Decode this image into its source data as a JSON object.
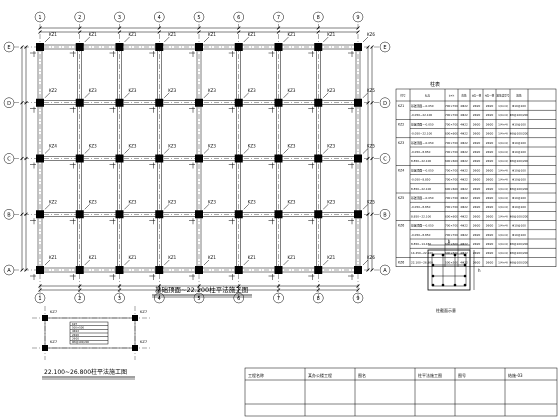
{
  "plan": {
    "axes_top": [
      "1",
      "2",
      "3",
      "4",
      "5",
      "6",
      "7",
      "8",
      "9"
    ],
    "axes_side": [
      "E",
      "D",
      "C",
      "B",
      "A"
    ],
    "column_labels": [
      [
        "KZ1",
        "KZ1",
        "KZ1",
        "KZ1",
        "KZ1",
        "KZ1",
        "KZ1",
        "KZ1",
        "KZ6"
      ],
      [
        "KZ2",
        "KZ3",
        "KZ3",
        "KZ3",
        "KZ3",
        "KZ3",
        "KZ3",
        "KZ3",
        "KZ5"
      ],
      [
        "KZ4",
        "KZ3",
        "KZ3",
        "KZ3",
        "KZ3",
        "KZ3",
        "KZ3",
        "KZ3",
        "KZ5"
      ],
      [
        "KZ2",
        "KZ3",
        "KZ3",
        "KZ3",
        "KZ3",
        "KZ3",
        "KZ3",
        "KZ3",
        "KZ5"
      ],
      [
        "KZ1",
        "KZ1",
        "KZ1",
        "KZ1",
        "KZ1",
        "KZ1",
        "KZ1",
        "KZ1",
        "KZ6"
      ]
    ],
    "title": "基础顶面~22.100柱平法施工图"
  },
  "table": {
    "title": "柱表",
    "headers": [
      "柱号",
      "标高",
      "b×h",
      "角筋",
      "b边一侧",
      "h边一侧",
      "箍筋类型号",
      "箍筋"
    ],
    "rows": [
      {
        "id": "KZ1",
        "cells": [
          "基础顶面~-0.050",
          "700×700",
          "4Φ22",
          "2Φ20",
          "2Φ20",
          "1(4×4)",
          "Φ10@100"
        ]
      },
      {
        "id": "",
        "cells": [
          "-0.050~22.100",
          "700×700",
          "4Φ22",
          "2Φ20",
          "2Φ20",
          "1(4×4)",
          "Φ8@100/200"
        ]
      },
      {
        "id": "KZ2",
        "cells": [
          "基础顶面~-0.050",
          "700×700",
          "4Φ22",
          "2Φ20",
          "2Φ20",
          "1(4×4)",
          "Φ10@100"
        ]
      },
      {
        "id": "",
        "cells": [
          "-0.050~22.100",
          "600×600",
          "4Φ22",
          "2Φ20",
          "2Φ20",
          "1(4×4)",
          "Φ8@100/200"
        ]
      },
      {
        "id": "KZ3",
        "cells": [
          "基础顶面~-0.050",
          "700×700",
          "4Φ22",
          "2Φ20",
          "2Φ20",
          "1(4×4)",
          "Φ10@100"
        ]
      },
      {
        "id": "",
        "cells": [
          "-0.050~8.850",
          "700×700",
          "4Φ22",
          "2Φ20",
          "2Φ20",
          "1(4×4)",
          "Φ10@100"
        ]
      },
      {
        "id": "",
        "cells": [
          "8.850~22.100",
          "600×600",
          "4Φ22",
          "2Φ20",
          "2Φ20",
          "1(4×4)",
          "Φ8@100/200"
        ]
      },
      {
        "id": "KZ4",
        "cells": [
          "基础顶面~-0.050",
          "700×700",
          "4Φ22",
          "2Φ20",
          "2Φ20",
          "1(4×4)",
          "Φ10@100"
        ]
      },
      {
        "id": "",
        "cells": [
          "-0.050~8.850",
          "700×700",
          "4Φ22",
          "2Φ20",
          "2Φ20",
          "1(4×4)",
          "Φ10@100"
        ]
      },
      {
        "id": "",
        "cells": [
          "8.850~22.100",
          "600×600",
          "4Φ22",
          "2Φ20",
          "2Φ20",
          "1(4×4)",
          "Φ8@100/200"
        ]
      },
      {
        "id": "KZ5",
        "cells": [
          "基础顶面~-0.050",
          "700×700",
          "4Φ22",
          "2Φ20",
          "2Φ20",
          "1(4×4)",
          "Φ10@100"
        ]
      },
      {
        "id": "",
        "cells": [
          "-0.050~8.850",
          "700×700",
          "4Φ22",
          "2Φ20",
          "2Φ20",
          "1(4×4)",
          "Φ10@100"
        ]
      },
      {
        "id": "",
        "cells": [
          "8.850~22.100",
          "600×600",
          "4Φ22",
          "2Φ20",
          "2Φ20",
          "1(4×4)",
          "Φ8@100/200"
        ]
      },
      {
        "id": "KZ6",
        "cells": [
          "基础顶面~-0.050",
          "700×700",
          "4Φ22",
          "2Φ20",
          "2Φ20",
          "1(4×4)",
          "Φ10@100"
        ]
      },
      {
        "id": "",
        "cells": [
          "-0.050~8.850",
          "700×700",
          "4Φ22",
          "2Φ20",
          "2Φ20",
          "1(4×4)",
          "Φ10@100"
        ]
      },
      {
        "id": "",
        "cells": [
          "8.850~14.450",
          "600×600",
          "4Φ22",
          "2Φ20",
          "2Φ20",
          "1(4×4)",
          "Φ8@100/200"
        ]
      },
      {
        "id": "",
        "cells": [
          "14.450~22.100",
          "600×600",
          "4Φ22",
          "2Φ20",
          "2Φ20",
          "1(4×4)",
          "Φ8@100/200"
        ]
      },
      {
        "id": "KZ6",
        "cells": [
          "22.100~26.800",
          "500×500",
          "4Φ22",
          "2Φ20",
          "2Φ20",
          "1(4×4)",
          "Φ8@100/200"
        ]
      }
    ]
  },
  "section": {
    "dims": [
      "b",
      "h"
    ],
    "caption": "柱截面示意"
  },
  "small_plan": {
    "labels": [
      "KZ7",
      "KZ7",
      "KZ7",
      "KZ7"
    ],
    "legend": [
      "KZ7",
      "500×500",
      "4Φ22",
      "2Φ20",
      "2Φ20",
      "Φ8@100/200"
    ],
    "title": "22.100~26.800柱平法施工图"
  },
  "title_block": {
    "cells": [
      "工程名称",
      "某办公楼工程",
      "图名",
      "柱平法施工图",
      "图号",
      "结施-03"
    ]
  }
}
